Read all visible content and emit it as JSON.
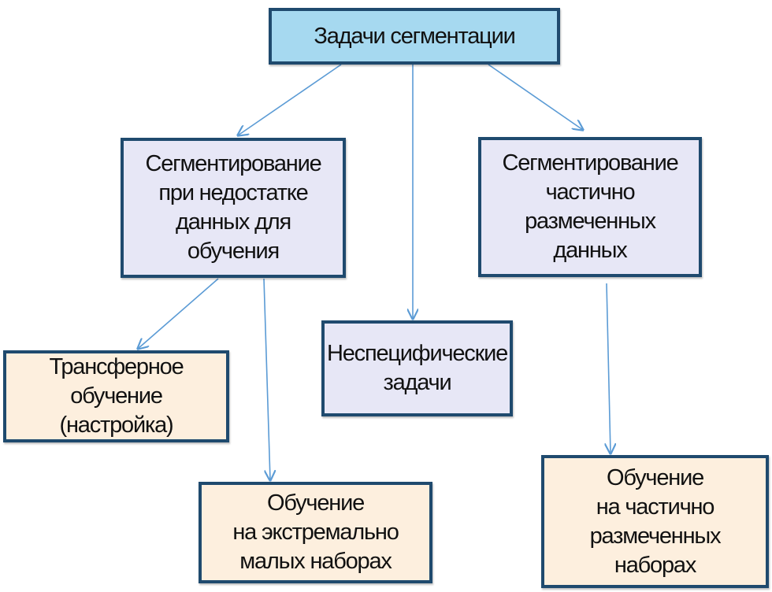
{
  "title": "Задачи сегментации",
  "nodes": {
    "root": "Задачи сегментации",
    "data_shortage": "Сегментирование\nпри недостатке\nданных для\nобучения",
    "partial_labels": "Сегментирование\nчастично\nразмеченных\nданных",
    "nonspecific": "Неспецифические\nзадачи",
    "transfer": "Трансферное\nобучение\n(настройка)",
    "extreme_small": "Обучение\nна экстремально\nмалых наборах",
    "partial_sets": "Обучение\nна частично\nразмеченных\nнаборах"
  },
  "colors": {
    "root": "#a6d9f0",
    "mid": "#e7e7f6",
    "leaf": "#fdefde",
    "border": "#1f4a6e",
    "arrow": "#5b9bd5"
  }
}
